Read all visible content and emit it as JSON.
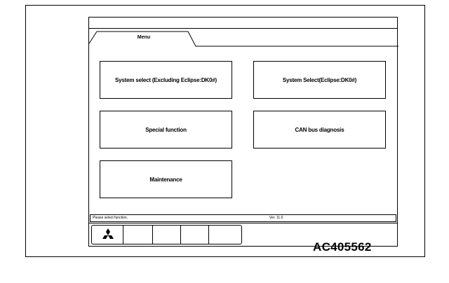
{
  "menu": {
    "tab_label": "Menu",
    "buttons": [
      {
        "label": "System select (Excluding Eclipse:DK0#)"
      },
      {
        "label": "System Select(Eclipse:DK0#)"
      },
      {
        "label": "Special function"
      },
      {
        "label": "CAN bus diagnosis"
      },
      {
        "label": "Maintenance"
      }
    ]
  },
  "status": {
    "message": "Please select function.",
    "version": "Ver. 11.0"
  },
  "toolbar": {
    "logo_icon": "mitsubishi-logo-icon"
  },
  "figure": {
    "caption": "AC405562"
  }
}
